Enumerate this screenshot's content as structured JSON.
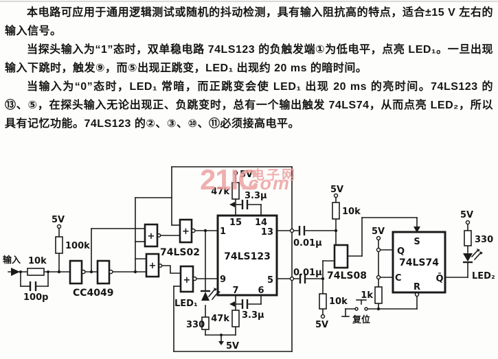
{
  "article": {
    "paragraphs": [
      "本电路可应用于通用逻辑测试或随机的抖动检测，具有输入阻抗高的特点，适合±15 V 左右的输入信号。",
      "当探头输入为“1”态时，双单稳电路 74LS123 的负触发端①为低电平，点亮 LED₁。一旦出现输入下跳时，触发⑨，而⑤出现正跳变，LED₁ 出现约 20 ms 的暗时间。",
      "当输入为“0”态时，LED₁ 常暗，而正跳变会使 LED₁ 出现 20 ms 的亮时间。74LS123 的⑬、⑤，在探头输入无论出现正、负跳变时，总有一个输出触发 74LS74，从而点亮 LED₂，所以具有记忆功能。74LS123 的②、③、⑩、⑪必须接高电平。"
    ]
  },
  "watermark": {
    "brand": "21IC",
    "suffix": ".com",
    "site_name": "电子网",
    "color": "#ec9f9f"
  },
  "schematic": {
    "vcc": "5V",
    "plus": "+",
    "labels": {
      "input": "输入",
      "reset": "复位"
    },
    "ics": {
      "inverter": "CC4049",
      "nor": "74LS02",
      "monostable": "74LS123",
      "and_gate": "74LS08",
      "flipflop": "74LS74"
    },
    "values": {
      "r_input": "10k",
      "c_input": "100p",
      "r_pullup_input": "100k",
      "r_timing_top": "47k",
      "c_timing_top": "3.3μ",
      "r_timing_bottom": "47k",
      "c_timing_bottom": "3.3μ",
      "r_led1": "330",
      "c_couple_top": "0.01μ",
      "c_couple_bottom": "0.01μ",
      "r_pullup_13": "10k",
      "r_pullup_5": "10k",
      "r_reset": "1k",
      "r_led2": "330"
    },
    "leds": {
      "led1": "LED₁",
      "led2": "LED₂"
    },
    "pins_74ls123": {
      "p15": "15",
      "p14": "14",
      "p1": "1",
      "p13": "13",
      "p9": "9",
      "p5": "5",
      "p7": "7",
      "p6": "6"
    },
    "pins_74ls74": {
      "s": "S",
      "q": "Q",
      "c": "C",
      "r": "R",
      "q_bar": "Q̄"
    }
  }
}
